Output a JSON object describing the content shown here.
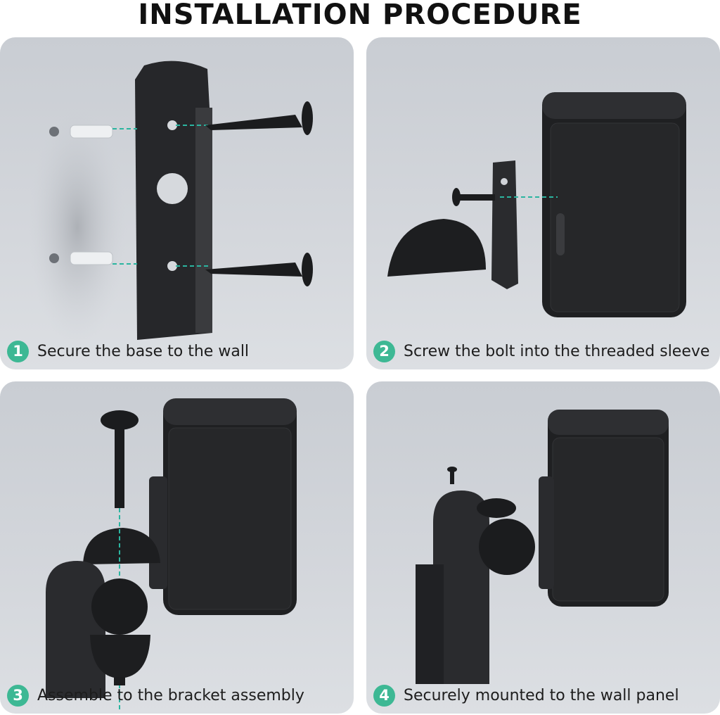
{
  "title": "INSTALLATION PROCEDURE",
  "steps": [
    {
      "number": "1",
      "caption": "Secure the base to the wall"
    },
    {
      "number": "2",
      "caption": "Screw the bolt into the threaded sleeve"
    },
    {
      "number": "3",
      "caption": "Assemble to the bracket assembly"
    },
    {
      "number": "4",
      "caption": "Securely mounted to the wall panel"
    }
  ],
  "colors": {
    "accent": "#3db894",
    "guide_line": "#2bb5a0",
    "hardware": "#1e1f21",
    "wall": "#d0d3d8"
  }
}
